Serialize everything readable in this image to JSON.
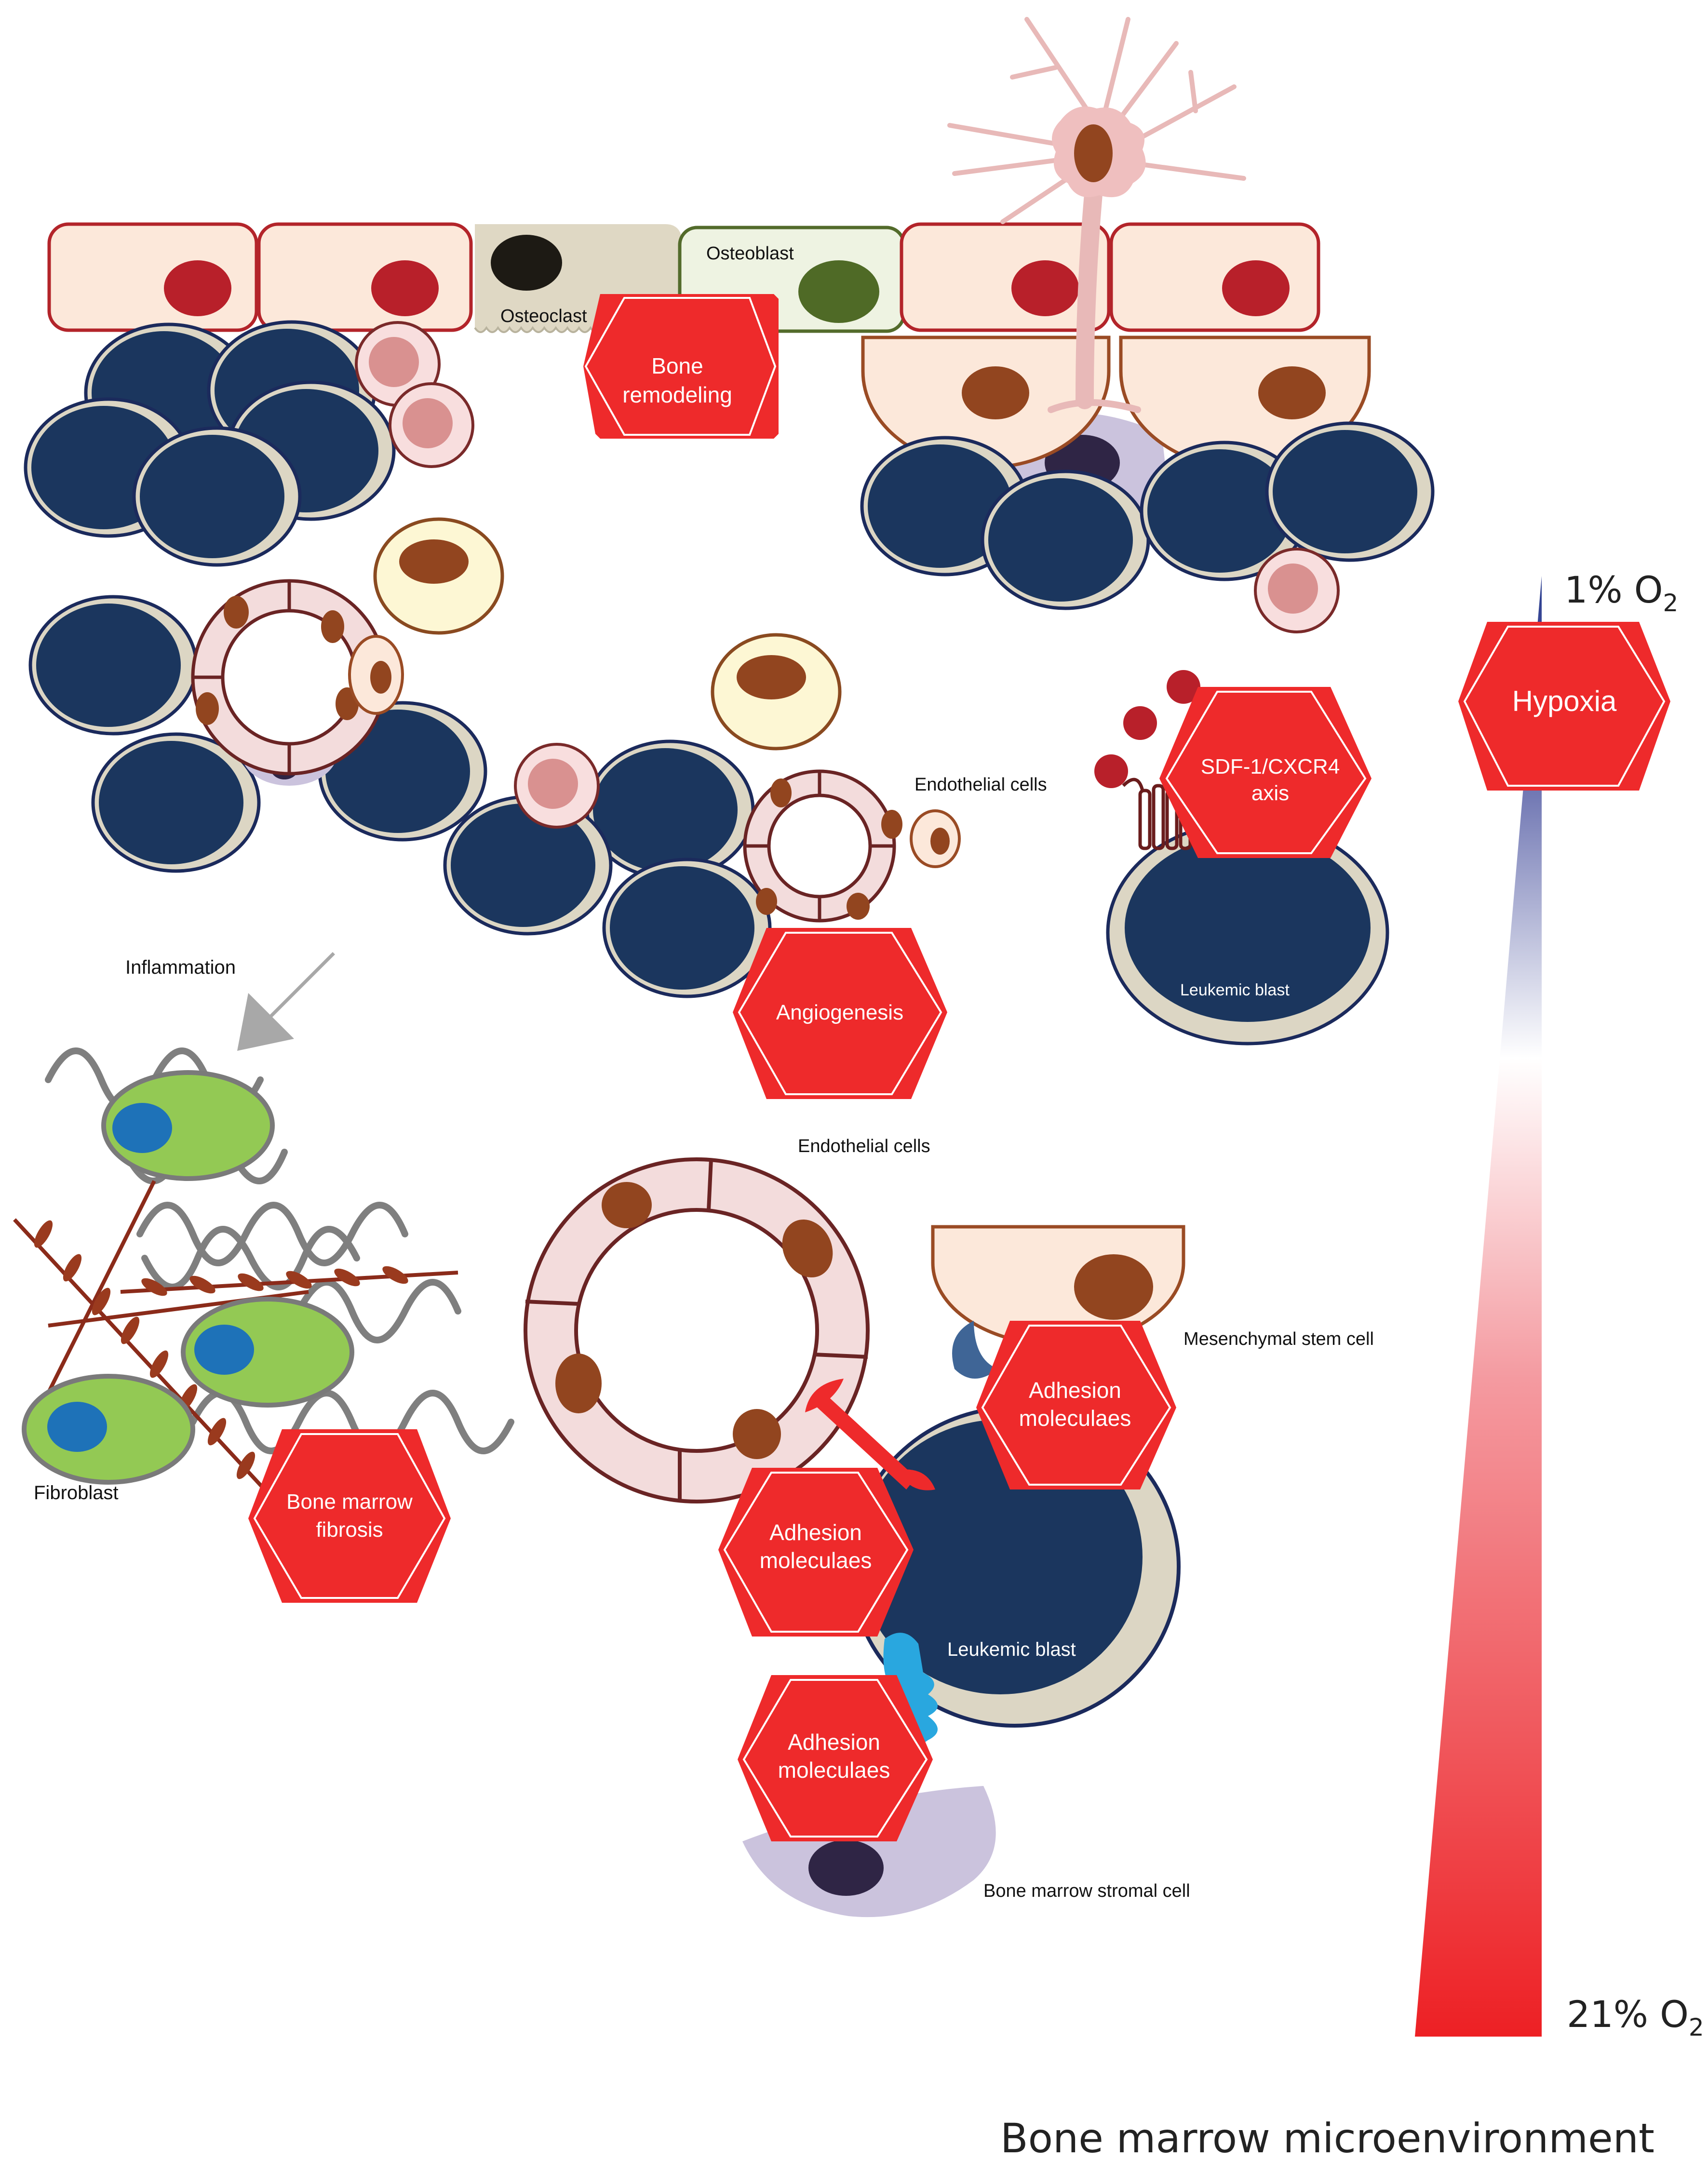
{
  "title": "Bone marrow microenvironment",
  "labels": {
    "osteoclast": "Osteoclast",
    "osteoblast": "Osteoblast",
    "endothelial_cells_1": "Endothelial cells",
    "endothelial_cells_2": "Endothelial cells",
    "inflammation": "Inflammation",
    "fibroblast": "Fibroblast",
    "leukemic_blast_1": "Leukemic blast",
    "leukemic_blast_2": "Leukemic blast",
    "mesenchymal_stem_cell": "Mesenchymal stem cell",
    "bone_marrow_stromal_cell": "Bone marrow stromal cell"
  },
  "processes": {
    "bone_remodeling": [
      "Bone",
      "remodeling"
    ],
    "hypoxia": [
      "Hypoxia"
    ],
    "sdf1": [
      "SDF-1/CXCR4",
      "axis"
    ],
    "angiogenesis": [
      "Angiogenesis"
    ],
    "fibrosis": [
      "Bone marrow",
      "fibrosis"
    ],
    "adhesion_1": [
      "Adhesion",
      "moleculaes"
    ],
    "adhesion_2": [
      "Adhesion",
      "moleculaes"
    ],
    "adhesion_3": [
      "Adhesion",
      "moleculaes"
    ]
  },
  "oxygen": {
    "low": "1% O",
    "high": "21% O",
    "subscript": "2"
  },
  "colors": {
    "process_red": "#ee2a2b",
    "erythrocyte_navy": "#1b365e",
    "cell_rim": "#dcd6c4",
    "bone_cell_fill": "#fce8da",
    "bone_cell_border": "#b3242a",
    "fibroblast_green": "#93c954",
    "stromal_lilac": "#cbc3dd"
  }
}
